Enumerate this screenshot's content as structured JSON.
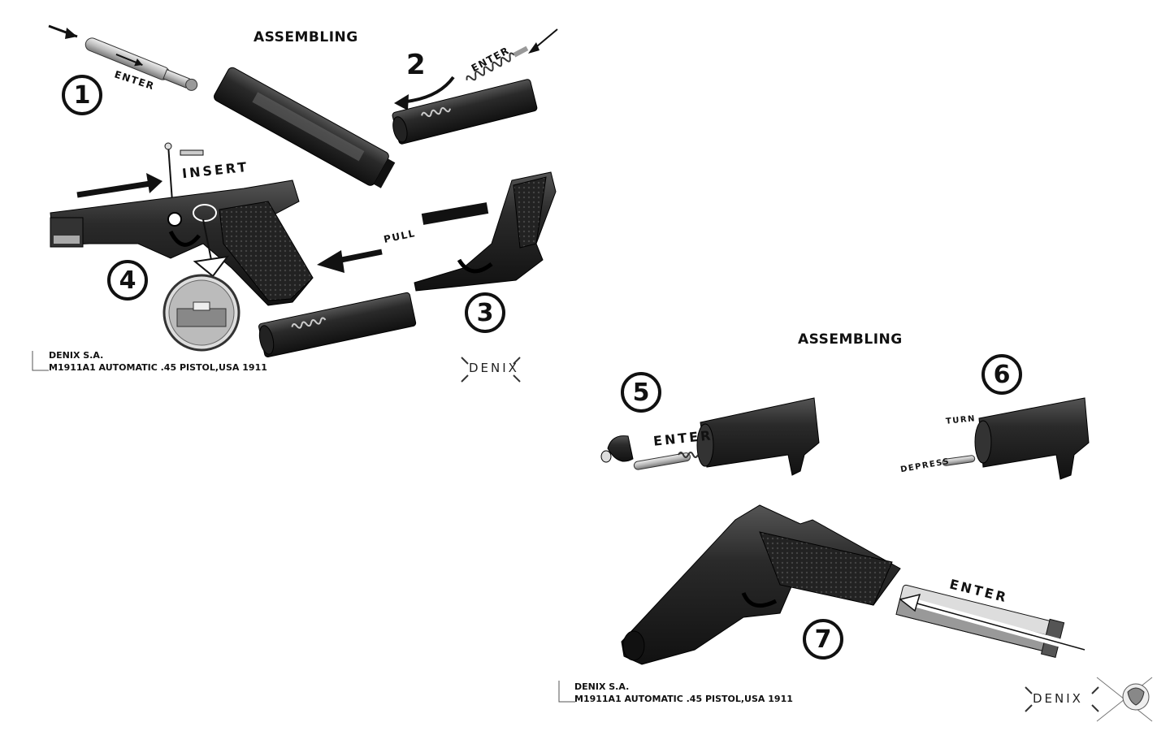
{
  "sheet1": {
    "title": "ASSEMBLING",
    "steps": [
      "1",
      "2",
      "3",
      "4"
    ],
    "labels": {
      "enter1": "ENTER",
      "enter2": "ENTER",
      "insert": "INSERT",
      "pull": "PULL"
    },
    "footer": {
      "company": "DENIX S.A.",
      "model": "M1911A1 AUTOMATIC .45 PISTOL,USA 1911"
    },
    "brand": "DENIX"
  },
  "sheet2": {
    "title": "ASSEMBLING",
    "steps": [
      "5",
      "6",
      "7"
    ],
    "labels": {
      "enter5": "ENTER",
      "turn": "TURN",
      "depress": "DEPRESS",
      "enter7": "ENTER"
    },
    "footer": {
      "company": "DENIX S.A.",
      "model": "M1911A1 AUTOMATIC .45 PISTOL,USA 1911"
    },
    "brand": "DENIX"
  }
}
